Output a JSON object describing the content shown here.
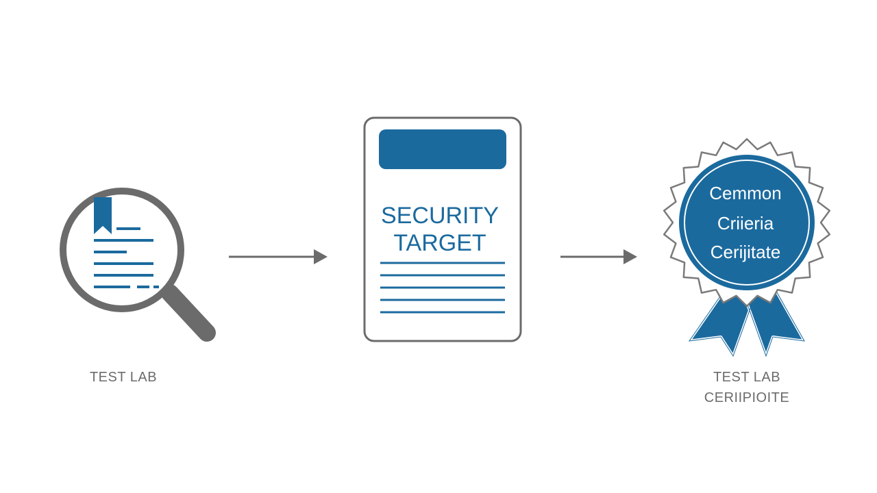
{
  "colors": {
    "accent": "#1b6a9e",
    "outline": "#6b6b6b",
    "background": "#ffffff"
  },
  "steps": [
    {
      "icon": "magnifying-glass-document-icon",
      "caption": [
        "TEST LAB"
      ]
    },
    {
      "icon": "security-target-document-icon",
      "title": [
        "SECURITY",
        "TARGET"
      ]
    },
    {
      "icon": "certificate-badge-icon",
      "badge_text": [
        "Cemmon",
        "Criieria",
        "Cerijitate"
      ],
      "caption": [
        "TEST LAB",
        "CERIIPIOITE"
      ]
    }
  ],
  "connectors": [
    {
      "from": "step-1",
      "to": "step-2",
      "icon": "right-arrow-icon"
    },
    {
      "from": "step-2",
      "to": "step-3",
      "icon": "right-arrow-icon"
    }
  ]
}
